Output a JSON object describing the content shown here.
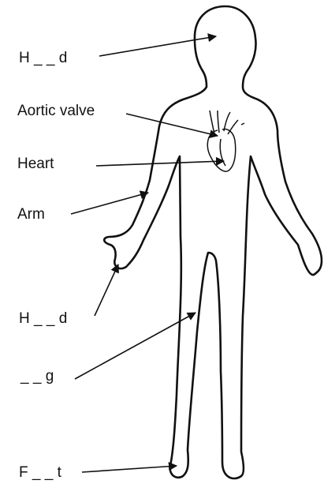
{
  "labels": {
    "head": "H _ _ d",
    "aortic_valve": "Aortic valve",
    "heart": "Heart",
    "arm": "Arm",
    "hand": "H _ _ d",
    "leg": "_ _ g",
    "foot": "F _ _ t"
  },
  "colors": {
    "ink": "#111111",
    "background": "#ffffff"
  }
}
